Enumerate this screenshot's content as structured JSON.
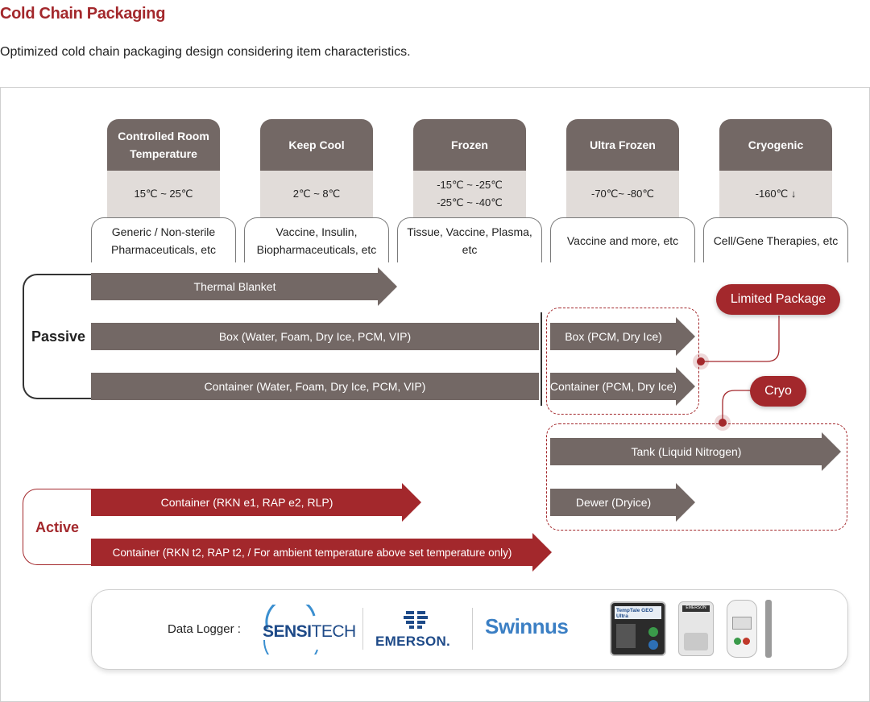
{
  "header": {
    "title": "Cold Chain Packaging",
    "subtitle": "Optimized cold chain packaging design considering item characteristics."
  },
  "columns": [
    {
      "name": "Controlled Room Temperature",
      "ranges": [
        "15℃ ~ 25℃"
      ],
      "items": "Generic / Non-sterile Pharmaceuticals, etc"
    },
    {
      "name": "Keep Cool",
      "ranges": [
        "2℃ ~ 8℃"
      ],
      "items": "Vaccine, Insulin, Biopharmaceuticals, etc"
    },
    {
      "name": "Frozen",
      "ranges": [
        "-15℃ ~ -25℃",
        "-25℃ ~ -40℃"
      ],
      "items": "Tissue, Vaccine, Plasma, etc"
    },
    {
      "name": "Ultra Frozen",
      "ranges": [
        "-70℃~ -80℃"
      ],
      "items": "Vaccine and more, etc"
    },
    {
      "name": "Cryogenic",
      "ranges": [
        "-160℃ ↓"
      ],
      "items": "Cell/Gene Therapies, etc"
    }
  ],
  "groups": {
    "passive": "Passive",
    "active": "Active"
  },
  "passive_rows": {
    "thermal_blanket": "Thermal Blanket",
    "box": "Box (Water, Foam, Dry Ice, PCM, VIP)",
    "box_limited": "Box (PCM, Dry Ice)",
    "container": "Container (Water, Foam, Dry Ice, PCM, VIP)",
    "container_limited": "Container (PCM, Dry Ice)"
  },
  "cryo_rows": {
    "tank": "Tank (Liquid Nitrogen)",
    "dewer": "Dewer (Dryice)"
  },
  "active_rows": {
    "container_rkn_e1": "Container (RKN e1, RAP e2, RLP)",
    "container_rkn_t2": "Container (RKN t2, RAP t2, / For ambient temperature above set temperature only)"
  },
  "callouts": {
    "limited_package": "Limited Package",
    "cryo": "Cryo"
  },
  "data_logger": {
    "label": "Data Logger :",
    "brands": {
      "sensitech_1": "SENSI",
      "sensitech_2": "TECH",
      "emerson": "EMERSON.",
      "swinnus": "Swinnus"
    },
    "device_screen_text": "TempTale GEO Ultra",
    "device_brand_text": "EMERSON"
  },
  "colors": {
    "accent_red": "#a3282c",
    "arrow_gray": "#736865",
    "range_bg": "#e1dcd9"
  }
}
